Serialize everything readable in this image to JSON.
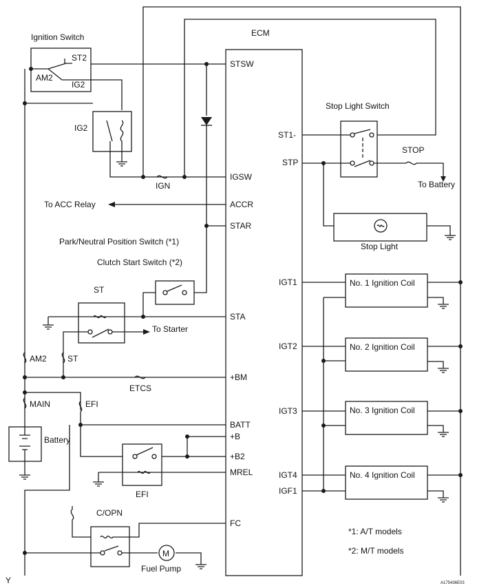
{
  "ecm": "ECM",
  "ignition_switch": {
    "title": "Ignition Switch",
    "st2": "ST2",
    "am2": "AM2",
    "ig2": "IG2"
  },
  "ig2_relay": "IG2",
  "ign_fuse": "IGN",
  "acc_relay": "To ACC Relay",
  "pn_switch": "Park/Neutral Position Switch (*1)",
  "clutch_switch": "Clutch Start Switch (*2)",
  "st_relay": "ST",
  "to_starter": "To Starter",
  "fuses": {
    "am2": "AM2",
    "st": "ST",
    "main": "MAIN",
    "efi": "EFI",
    "etcs": "ETCS",
    "stop": "STOP",
    "ign2": "IGN"
  },
  "battery": "Battery",
  "efi_relay": "EFI",
  "copn_relay": "C/OPN",
  "fuel_pump": "Fuel Pump",
  "ecm_pins_left": {
    "stsw": "STSW",
    "igsw": "IGSW",
    "accr": "ACCR",
    "star": "STAR",
    "sta": "STA",
    "bm": "+BM",
    "batt": "BATT",
    "b": "+B",
    "b2": "+B2",
    "mrel": "MREL",
    "fc": "FC"
  },
  "ecm_pins_right": {
    "st1": "ST1-",
    "stp": "STP",
    "igt1": "IGT1",
    "igt2": "IGT2",
    "igt3": "IGT3",
    "igt4": "IGT4",
    "igf1": "IGF1"
  },
  "stop_light_switch": "Stop Light Switch",
  "to_battery": "To Battery",
  "stop_light": "Stop Light",
  "coils": [
    "No. 1 Ignition Coil",
    "No. 2 Ignition Coil",
    "No. 3 Ignition Coil",
    "No. 4 Ignition Coil"
  ],
  "notes": [
    "*1: A/T models",
    "*2: M/T models"
  ],
  "ground_label": "Y",
  "figure_id": "A175436E03",
  "motor_symbol": "M"
}
